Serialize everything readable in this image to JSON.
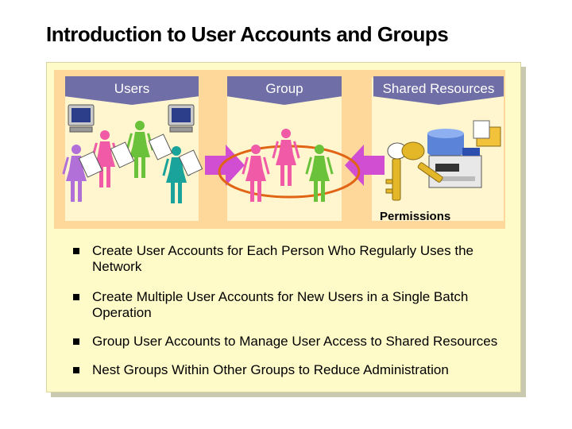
{
  "slide": {
    "title": "Introduction to User Accounts and Groups"
  },
  "diagram": {
    "tabs": {
      "users": "Users",
      "group": "Group",
      "shared": "Shared Resources"
    },
    "permissions_label": "Permissions",
    "colors": {
      "tab": "#6f6ea6",
      "backdrop": "#fed79a",
      "arrow": "#d14dd2",
      "ellipse": "#e06414",
      "key": "#e3b728"
    }
  },
  "bullets": [
    "Create User Accounts for Each Person Who Regularly Uses the Network",
    "Create Multiple User Accounts for New Users in a Single Batch Operation",
    "Group User Accounts to Manage User Access to Shared Resources",
    "Nest Groups Within Other Groups to Reduce Administration"
  ]
}
